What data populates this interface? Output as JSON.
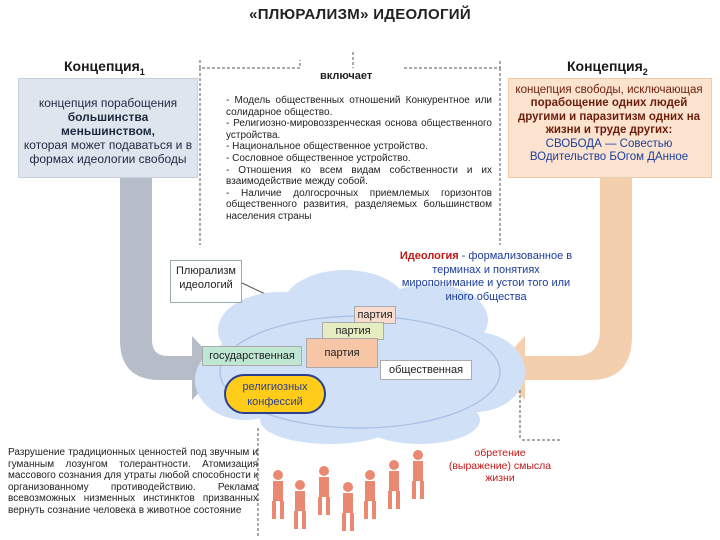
{
  "title": "«ПЛЮРАЛИЗМ» ИДЕОЛОГИЙ",
  "concept1": {
    "label": "Концепция",
    "index": "1",
    "text_lines": [
      "концепция порабощения",
      "большинства меньшинством,",
      "которая может подаваться и в",
      "формах идеологии свободы"
    ]
  },
  "concept2": {
    "label": "Концепция",
    "index": "2",
    "text_lines": [
      "концепция свободы, исключающая",
      "порабощение одних людей",
      "другими и паразитизм одних на",
      "жизни и труде других:",
      "СВОБОДА — Совестью",
      "ВОдительство БОгом ДАнное"
    ]
  },
  "includes": {
    "label": "включает",
    "items": [
      "- Модель общественных отношений Конкурентное или солидарное общество.",
      "- Религиозно-мировоззренческая основа общественного устройства.",
      "- Национальное общественное устройство.",
      "- Сословное общественное устройство.",
      "- Отношения ко всем видам собственности и их взаимодействие между собой.",
      "- Наличие долгосрочных приемлемых горизонтов общественного развития, разделяемых большинством населения страны"
    ]
  },
  "ideology_def": {
    "term": "Идеология",
    "rest": " - формализованное в терминах и понятиях миропонимание и устои того или иного общества"
  },
  "pluralism_box": {
    "line1": "Плюрализм",
    "line2": "идеологий"
  },
  "cloud": {
    "party_a": "партия",
    "party_b": "партия",
    "party_c": "партия",
    "state": "государственная",
    "public": "общественная",
    "religious_line1": "религиозных",
    "religious_line2": "конфессий"
  },
  "bottom_left_text": "Разрушение традиционных ценностей под звучным и гуманным лозунгом толерантности. Атомизация массового сознания для утраты любой способности к организованному противодействию. Реклама всевозможных низменных инстинктов призванных вернуть сознание человека в животное состояние",
  "found_meaning": {
    "line1": "обретение",
    "line2": "(выражение) смысла",
    "line3": "жизни"
  },
  "colors": {
    "concept1_bg": "#dfe5ef",
    "concept2_bg": "#fbe3cf",
    "arrow_left": "#a9b1bf",
    "arrow_right": "#f3caa5",
    "cloud": "#cfe0f7",
    "party_top": "#f9dcd0",
    "party_mid": "#e6edc0",
    "party_low": "#f7c6a6",
    "state_tag": "#bfe7d3",
    "religious": "#ffcc1a",
    "definition_red": "#c21818",
    "definition_blue": "#1b3c9a"
  }
}
